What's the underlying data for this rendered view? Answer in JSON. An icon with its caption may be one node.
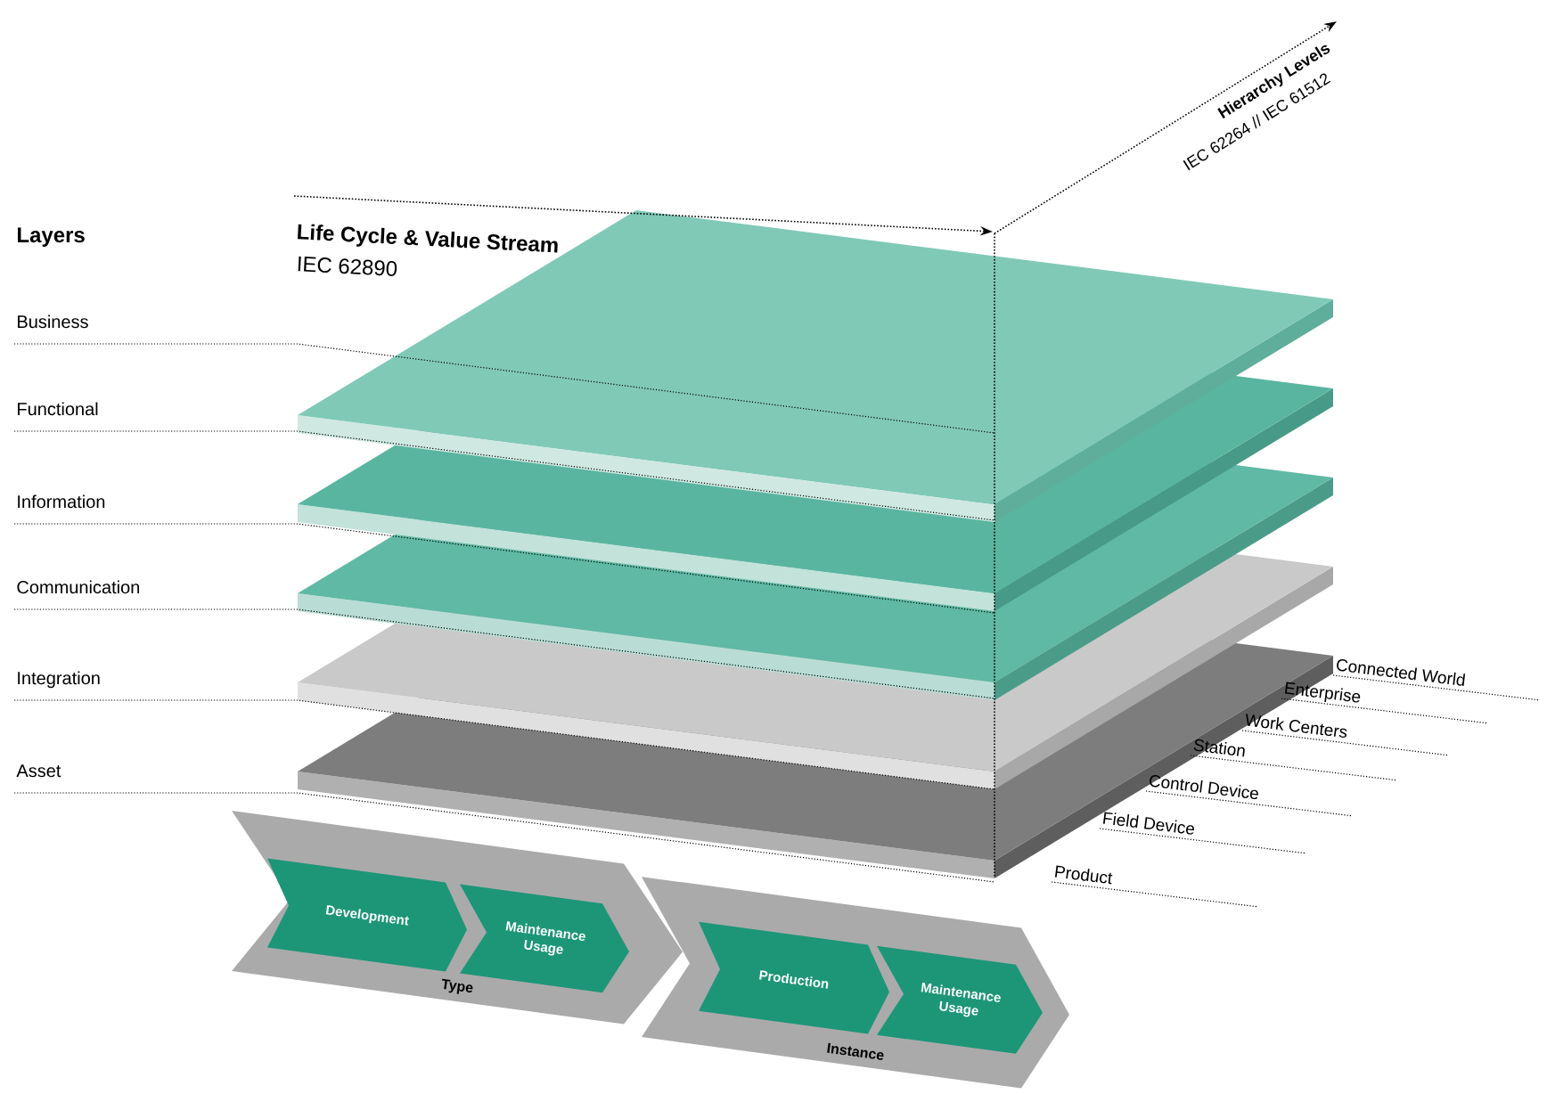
{
  "diagram": {
    "nodes": [
      {
        "text": [
          "Type"
        ]
      },
      {
        "text": [
          "Development"
        ],
        "in": 0
      },
      {
        "text": [
          "Maintenance Usage"
        ],
        "in": 0
      },
      {
        "text": [
          "Instance"
        ]
      },
      {
        "text": [
          "Production"
        ],
        "in": 3
      },
      {
        "text": [
          "Maintenance Usage"
        ],
        "in": 3
      }
    ],
    "labels": [
      "Life Cycle & Value Stream",
      "IEC 62890",
      "Hierarchy Levels",
      "IEC 62264 // IEC 61512",
      "Layers",
      "Business",
      "Functional",
      "Information",
      "Communication",
      "Integration",
      "Asset",
      "Connected World",
      "Enterprise",
      "Work Centers",
      "Station",
      "Control Device",
      "Field Device",
      "Product"
    ]
  }
}
